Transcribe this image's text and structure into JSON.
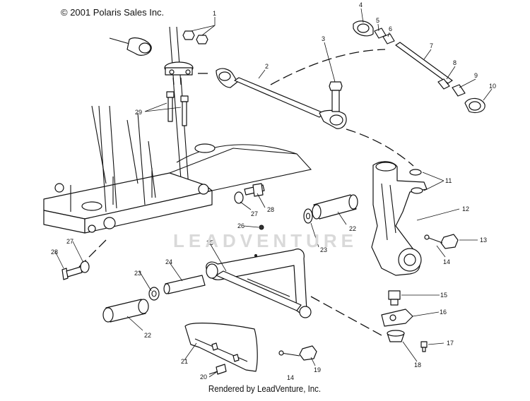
{
  "copyright": "© 2001 Polaris Sales Inc.",
  "footer": "Rendered by LeadVenture, Inc.",
  "watermark": "LEADVENTURE",
  "callouts": [
    {
      "n": "1"
    },
    {
      "n": "2"
    },
    {
      "n": "3"
    },
    {
      "n": "4"
    },
    {
      "n": "5"
    },
    {
      "n": "6"
    },
    {
      "n": "7"
    },
    {
      "n": "8"
    },
    {
      "n": "9"
    },
    {
      "n": "10"
    },
    {
      "n": "11"
    },
    {
      "n": "12"
    },
    {
      "n": "13"
    },
    {
      "n": "14"
    },
    {
      "n": "14"
    },
    {
      "n": "15"
    },
    {
      "n": "16"
    },
    {
      "n": "17"
    },
    {
      "n": "18"
    },
    {
      "n": "19"
    },
    {
      "n": "20"
    },
    {
      "n": "21"
    },
    {
      "n": "22"
    },
    {
      "n": "22"
    },
    {
      "n": "23"
    },
    {
      "n": "23"
    },
    {
      "n": "24"
    },
    {
      "n": "25"
    },
    {
      "n": "26"
    },
    {
      "n": "27"
    },
    {
      "n": "27"
    },
    {
      "n": "28"
    },
    {
      "n": "28"
    },
    {
      "n": "29"
    }
  ]
}
